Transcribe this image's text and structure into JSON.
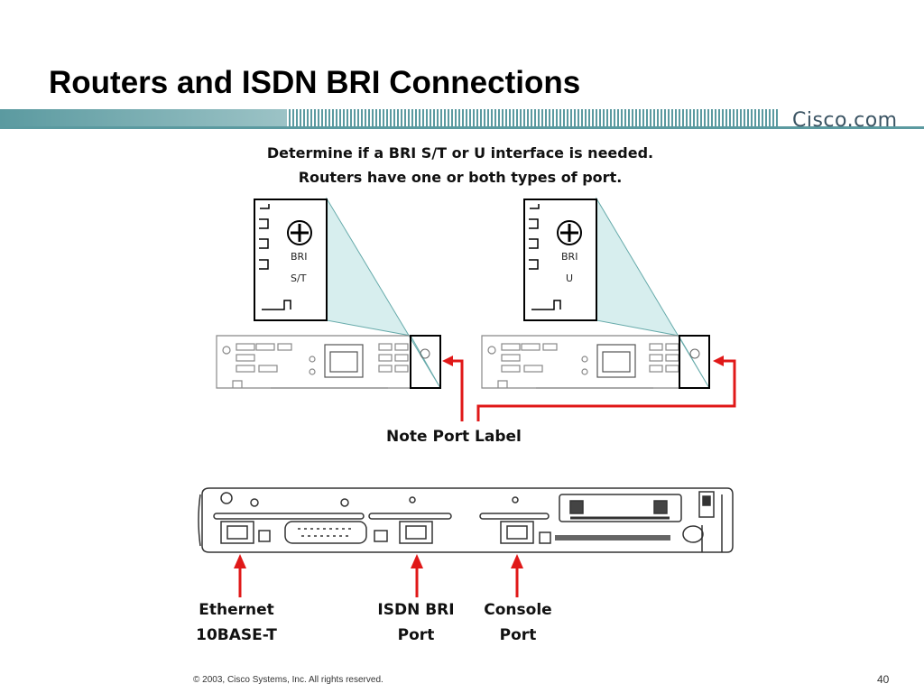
{
  "slide": {
    "title": "Routers and ISDN BRI Connections",
    "brand": "Cisco.com",
    "footer": "© 2003, Cisco Systems, Inc. All rights reserved.",
    "page_number": "40"
  },
  "diagram": {
    "instruction_line1": "Determine if a BRI S/T or U interface is needed.",
    "instruction_line2": "Routers have one or both types of port.",
    "callout_left": {
      "line1": "BRI",
      "line2": "S/T"
    },
    "callout_right": {
      "line1": "BRI",
      "line2": "U"
    },
    "note": "Note Port Label",
    "ports": [
      {
        "line1": "Ethernet",
        "line2": "10BASE-T"
      },
      {
        "line1": "ISDN BRI",
        "line2": "Port"
      },
      {
        "line1": "Console",
        "line2": "Port"
      }
    ]
  },
  "colors": {
    "banner": "#5b9aa0",
    "zoom_fill": "#cfeaea",
    "arrow": "#e01818"
  }
}
